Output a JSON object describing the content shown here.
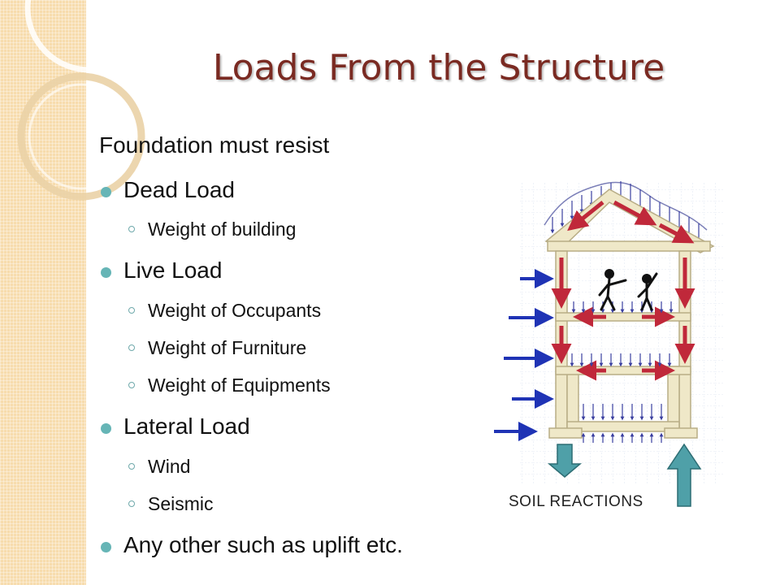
{
  "slide": {
    "title": "Loads From the Structure",
    "intro": "Foundation must resist",
    "items": [
      {
        "label": "Dead Load",
        "sub": [
          "Weight of building"
        ]
      },
      {
        "label": "Live Load",
        "sub": [
          "Weight of Occupants",
          "Weight of Furniture",
          "Weight of Equipments"
        ]
      },
      {
        "label": "Lateral Load",
        "sub": [
          "Wind",
          "Seismic"
        ]
      },
      {
        "label": "Any other such as uplift etc.",
        "sub": []
      }
    ]
  },
  "diagram": {
    "caption": "SOIL REACTIONS",
    "colors": {
      "frame": "#efe8c8",
      "frame_stroke": "#b8ad86",
      "internal_force": "#c0283a",
      "lateral_arrow": "#1f33b5",
      "soil_arrow": "#4fa0a8",
      "gravity_arrow": "#3a3fa0"
    }
  },
  "theme": {
    "accent": "#66b5b6",
    "title_color": "#7a2a22",
    "band": "#f7dcad"
  }
}
